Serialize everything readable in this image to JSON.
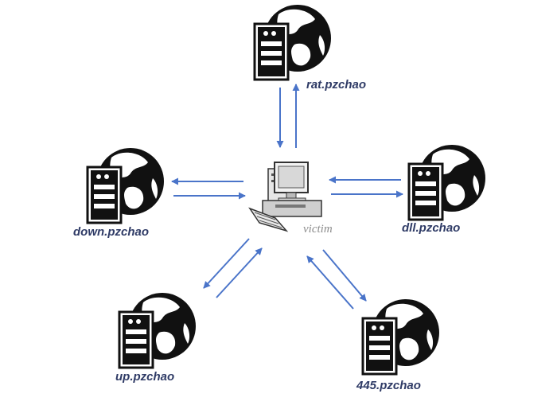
{
  "diagram": {
    "center": {
      "label": "victim"
    },
    "nodes": [
      {
        "id": "rat",
        "label": "rat.pzchao"
      },
      {
        "id": "down",
        "label": "down.pzchao"
      },
      {
        "id": "dll",
        "label": "dll.pzchao"
      },
      {
        "id": "up",
        "label": "up.pzchao"
      },
      {
        "id": "445",
        "label": "445.pzchao"
      }
    ],
    "colors": {
      "arrow": "#4a74c9",
      "icon": "#111111",
      "label": "#2f3b66",
      "victim_label": "#8c8c8c"
    },
    "icons": {
      "server": "server-globe-icon",
      "computer": "desktop-computer-icon"
    }
  }
}
